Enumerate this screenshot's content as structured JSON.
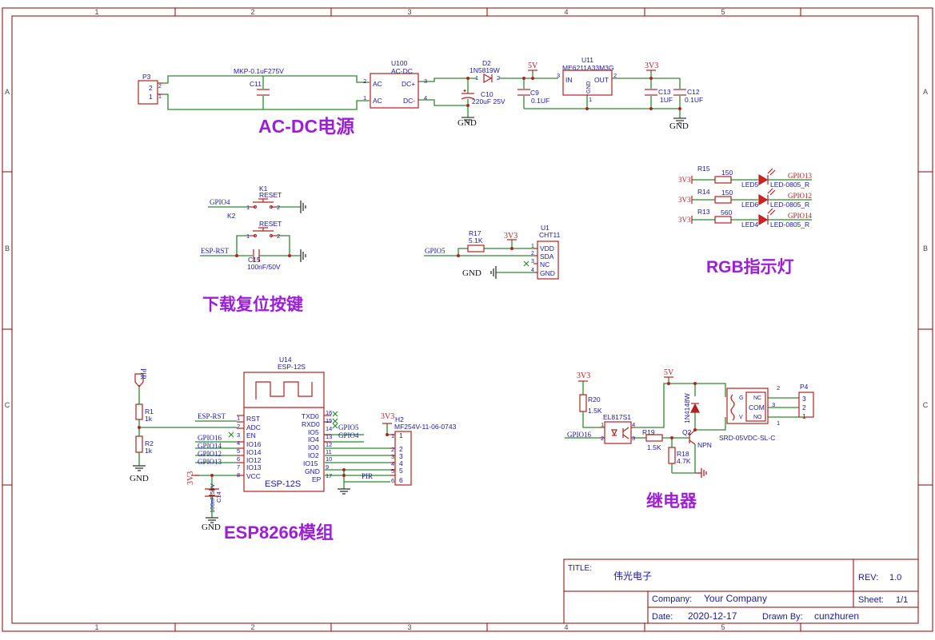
{
  "colors": {
    "frame": "#8b0000",
    "wire": "#2e8b2e",
    "part": "#b22222",
    "label": "#1a1aa0",
    "power": "#b22222",
    "heading": "#9b1fd6",
    "block_text": "#1a1aa0"
  },
  "frame": {
    "cols": [
      "1",
      "2",
      "3",
      "4",
      "5"
    ],
    "rows": [
      "A",
      "B",
      "C"
    ]
  },
  "sections": {
    "acdc": "AC-DC电源",
    "buttons": "下载复位按键",
    "rgb": "RGB指示灯",
    "esp": "ESP8266模组",
    "relay": "继电器"
  },
  "acdc": {
    "p3": "P3",
    "p3_pins": [
      "2",
      "1"
    ],
    "p3_pin_left": [
      "2",
      "1"
    ],
    "c11_val": "MKP-0.1uF275V",
    "c11": "C11",
    "u100": "U100",
    "u100_val": "AC-DC",
    "u100_in": [
      "AC",
      "AC"
    ],
    "u100_out": [
      "DC+",
      "DC-"
    ],
    "u100_pin_in": [
      "2",
      "1"
    ],
    "u100_pin_out": [
      "3",
      "4"
    ],
    "d2": "D2",
    "d2_val": "1N5819W",
    "d2_p1": "1",
    "d2_p2": "2",
    "c10": "C10",
    "c10_val": "220uF 25V",
    "v5": "5V",
    "c9": "C9",
    "c9_val": "0.1UF",
    "u11": "U11",
    "u11_val": "ME6211A33M3G",
    "u11_in": "IN",
    "u11_out": "OUT",
    "u11_gnd": "GND",
    "u11_p3": "3",
    "u11_p2": "2",
    "u11_p1": "1",
    "v33": "3V3",
    "c13": "C13",
    "c13_val": "1UF",
    "c12": "C12",
    "c12_val": "0.1UF",
    "gnd": "GND"
  },
  "buttons": {
    "k1": "K1",
    "k1_val": "RESET",
    "k1_net": "GPIO4",
    "k2": "K2",
    "k2_val": "RESET",
    "k2_net": "ESP-RST",
    "c15": "C15",
    "c15_val": "100nF/50V",
    "p1": "1",
    "p2": "2"
  },
  "sensor": {
    "r17": "R17",
    "r17_val": "5.1K",
    "net": "GPIO5",
    "v33": "3V3",
    "u1": "U1",
    "u1_val": "CHT11",
    "pins": [
      "VDD",
      "SDA",
      "NC",
      "GND"
    ],
    "pin_nums": [
      "1",
      "2",
      "3",
      "4"
    ],
    "gnd": "GND"
  },
  "rgb": {
    "rows": [
      {
        "pwr": "3V3",
        "r": "R15",
        "rv": "150",
        "led": "LED5",
        "lv": "LED-0805_R",
        "net": "GPIO13"
      },
      {
        "pwr": "3V3",
        "r": "R14",
        "rv": "150",
        "led": "LED6",
        "lv": "LED-0805_R",
        "net": "GPIO12"
      },
      {
        "pwr": "3V3",
        "r": "R13",
        "rv": "560",
        "led": "LED4",
        "lv": "LED-0805_R",
        "net": "GPIO14"
      }
    ]
  },
  "esp": {
    "pir": "PIR",
    "r1": "R1",
    "r1_val": "1k",
    "r2": "R2",
    "r2_val": "1k",
    "gnd": "GND",
    "u14": "U14",
    "u14_val": "ESP-12S",
    "u14_name": "ESP-12S",
    "left_pins": [
      {
        "n": "1",
        "name": "RST",
        "net": "ESP-RST"
      },
      {
        "n": "2",
        "name": "ADC",
        "net": ""
      },
      {
        "n": "3",
        "name": "EN",
        "net": ""
      },
      {
        "n": "4",
        "name": "IO16",
        "net": "GPIO16"
      },
      {
        "n": "5",
        "name": "IO14",
        "net": "GPIO14"
      },
      {
        "n": "6",
        "name": "IO12",
        "net": "GPIO12"
      },
      {
        "n": "7",
        "name": "IO13",
        "net": "GPIO13"
      },
      {
        "n": "8",
        "name": "VCC",
        "net": ""
      }
    ],
    "right_pins": [
      {
        "n": "16",
        "name": "TXD0",
        "net": ""
      },
      {
        "n": "15",
        "name": "RXD0",
        "net": "GPIO5"
      },
      {
        "n": "14",
        "name": "IO5",
        "net": "GPIO4"
      },
      {
        "n": "13",
        "name": "IO4",
        "net": ""
      },
      {
        "n": "12",
        "name": "IO0",
        "net": ""
      },
      {
        "n": "11",
        "name": "IO2",
        "net": ""
      },
      {
        "n": "10",
        "name": "IO15",
        "net": ""
      },
      {
        "n": "9",
        "name": "GND",
        "net": ""
      },
      {
        "n": "17",
        "name": "EP",
        "net": "PIR"
      }
    ],
    "v33": "3V3",
    "c14": "C14",
    "c14_val": "100nF/50V",
    "h2": "H2",
    "h2_val": "MF254V-11-06-0743",
    "h2_v33": "3V3",
    "h2_pins": [
      "1",
      "2",
      "3",
      "4",
      "5",
      "6"
    ]
  },
  "relay": {
    "v33": "3V3",
    "r20": "R20",
    "r20_val": "1.5K",
    "u": "EL817S1",
    "net": "GPIO16",
    "pins": [
      "1",
      "2",
      "3",
      "4"
    ],
    "v5": "5V",
    "d": "1N4148W",
    "r19": "R19",
    "r19_val": "1.5K",
    "r18": "R18",
    "r18_val": "4.7K",
    "q2": "Q2",
    "q2_val": "NPN",
    "relay_val": "SRD-05VDC-SL-C",
    "relay_g": "G",
    "relay_v": "V",
    "relay_nc": "NC",
    "relay_com": "COM",
    "relay_no": "NO",
    "relay_pins": [
      "2",
      "3",
      "1"
    ],
    "p4": "P4",
    "p4_pins": [
      "3",
      "2",
      "1"
    ]
  },
  "title_block": {
    "title_label": "TITLE:",
    "title": "伟光电子",
    "rev_label": "REV:",
    "rev": "1.0",
    "company_label": "Company:",
    "company": "Your Company",
    "sheet_label": "Sheet:",
    "sheet": "1/1",
    "date_label": "Date:",
    "date": "2020-12-17",
    "drawn_label": "Drawn By:",
    "drawn": "cunzhuren"
  }
}
